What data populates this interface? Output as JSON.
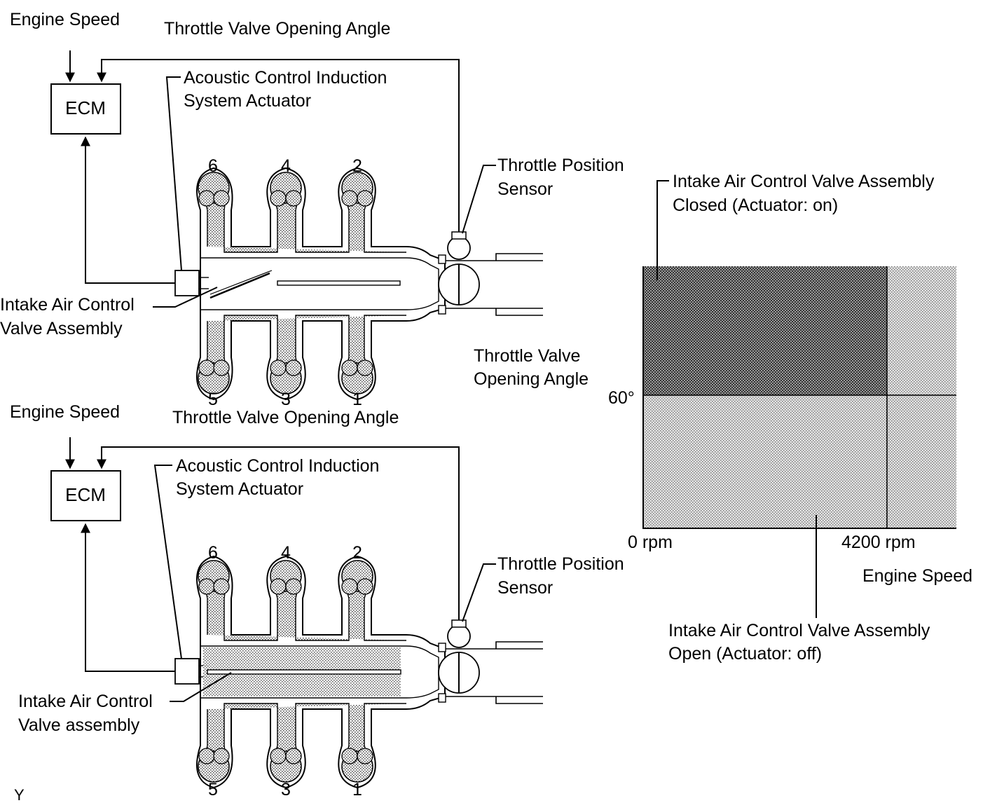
{
  "colors": {
    "ink": "#000000",
    "paper": "#ffffff",
    "shade_light": "#cfcfcf",
    "shade_dark": "#8f8f8f"
  },
  "top_diagram": {
    "input_engine_speed": "Engine Speed",
    "input_throttle_angle": "Throttle Valve Opening Angle",
    "ecm": "ECM",
    "actuator_line1": "Acoustic Control Induction",
    "actuator_line2": "System Actuator",
    "tps_line1": "Throttle Position",
    "tps_line2": "Sensor",
    "valve_line1": "Intake Air Control",
    "valve_line2": "Valve Assembly",
    "cyl_top": [
      "6",
      "4",
      "2"
    ],
    "cyl_bottom": [
      "5",
      "3",
      "1"
    ]
  },
  "bottom_diagram": {
    "input_engine_speed": "Engine Speed",
    "input_throttle_angle": "Throttle Valve Opening Angle",
    "ecm": "ECM",
    "actuator_line1": "Acoustic Control Induction",
    "actuator_line2": "System Actuator",
    "tps_line1": "Throttle Position",
    "tps_line2": "Sensor",
    "valve_line1": "Intake Air Control",
    "valve_line2": "Valve assembly",
    "cyl_top": [
      "6",
      "4",
      "2"
    ],
    "cyl_bottom": [
      "5",
      "3",
      "1"
    ]
  },
  "map": {
    "y_label_line1": "Throttle Valve",
    "y_label_line2": "Opening Angle",
    "y_tick": "60°",
    "x_tick_start": "0 rpm",
    "x_tick_mid": "4200 rpm",
    "x_label": "Engine Speed",
    "closed_line1": "Intake Air Control Valve Assembly",
    "closed_line2": "Closed (Actuator: on)",
    "open_line1": "Intake Air Control Valve Assembly",
    "open_line2": "Open (Actuator: off)"
  },
  "figure_code": "Y"
}
